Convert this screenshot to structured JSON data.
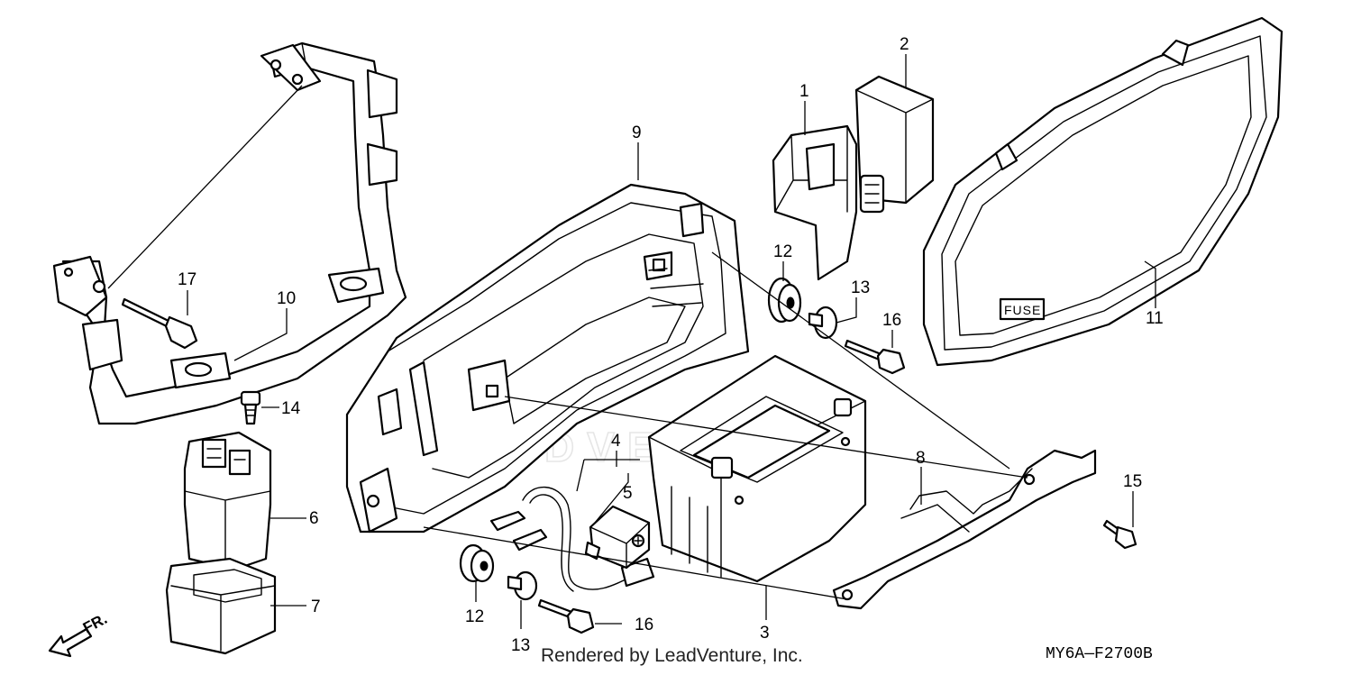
{
  "callouts": {
    "c1": "1",
    "c2": "2",
    "c3": "3",
    "c4": "4",
    "c5": "5",
    "c6": "6",
    "c7": "7",
    "c8": "8",
    "c9": "9",
    "c10": "10",
    "c11": "11",
    "c12a": "12",
    "c12b": "12",
    "c13a": "13",
    "c13b": "13",
    "c14": "14",
    "c15": "15",
    "c16a": "16",
    "c16b": "16",
    "c17": "17"
  },
  "fuse_label": "FUSE",
  "direction_label": "FR.",
  "watermark": "LEADVENTURE",
  "footer": {
    "credit": "Rendered by LeadVenture, Inc.",
    "diagram_code": "MY6A—F2700B"
  }
}
